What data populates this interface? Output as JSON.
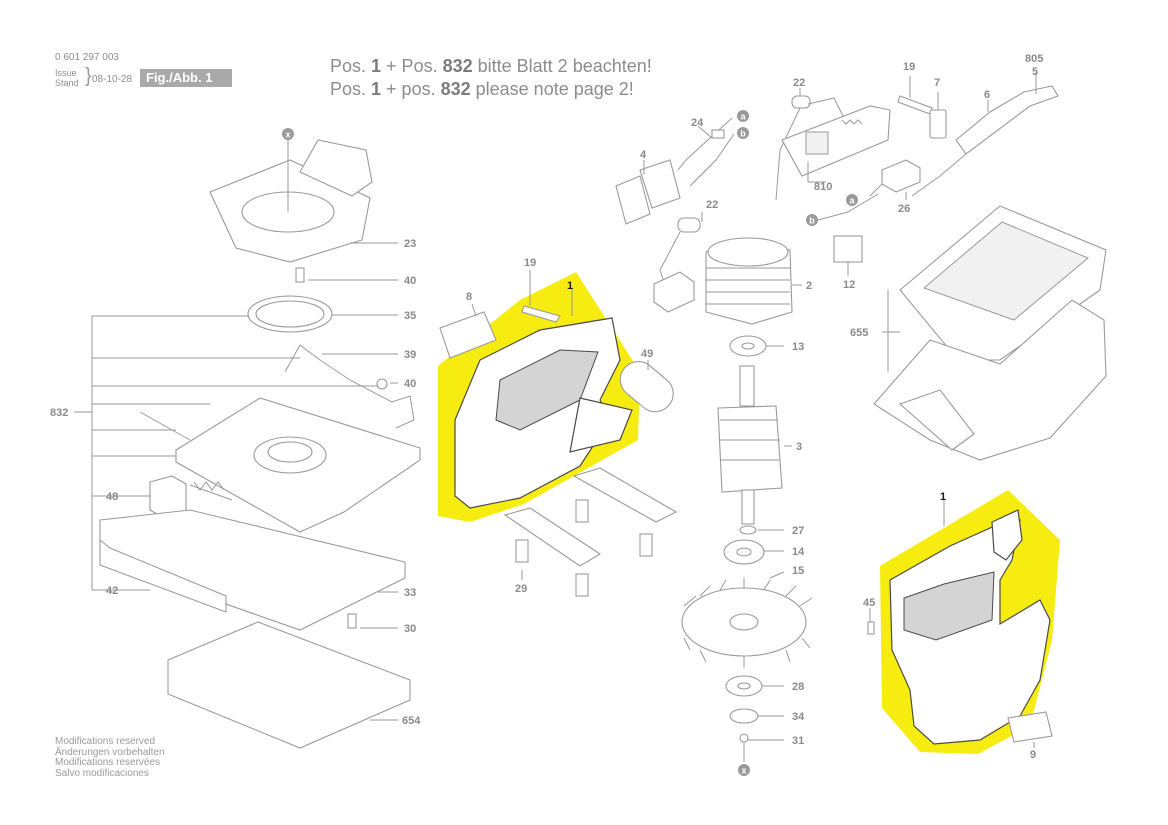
{
  "header": {
    "part_number": "0 601 297 003",
    "issue_label": "Issue",
    "stand_label": "Stand",
    "issue_date": "08-10-28",
    "figure": "Fig./Abb. 1"
  },
  "notes": {
    "de": {
      "pre": "Pos. ",
      "a": "1",
      "mid": " + Pos. ",
      "b": "832",
      "post": " bitte Blatt 2 beachten!"
    },
    "en": {
      "pre": "Pos. ",
      "a": "1",
      "mid": " + pos. ",
      "b": "832",
      "post": " please note page 2!"
    }
  },
  "footer": [
    "Modifications reserved",
    "Änderungen vorbehalten",
    "Modifications reservées",
    "Salvo modificaciones"
  ],
  "callouts": {
    "x_top": "x",
    "x_bottom": "x",
    "a1": "a",
    "b1": "b",
    "a2": "a",
    "b2": "b"
  },
  "labels": {
    "p23": "23",
    "p40a": "40",
    "p35": "35",
    "p39": "39",
    "p40b": "40",
    "p832": "832",
    "p48": "48",
    "p42": "42",
    "p33": "33",
    "p30": "30",
    "p654": "654",
    "p19a": "19",
    "p8": "8",
    "p1a": "1",
    "p49": "49",
    "p29": "29",
    "p4": "4",
    "p24": "24",
    "p22a": "22",
    "p22b": "22",
    "p2": "2",
    "p13": "13",
    "p3": "3",
    "p27": "27",
    "p14": "14",
    "p15": "15",
    "p28": "28",
    "p34": "34",
    "p31": "31",
    "p810": "810",
    "p26": "26",
    "p12": "12",
    "p19b": "19",
    "p7": "7",
    "p6": "6",
    "p805": "805",
    "p5": "5",
    "p655": "655",
    "p1b": "1",
    "p45": "45",
    "p9": "9"
  },
  "colors": {
    "highlight": "#f6ec10",
    "line": "#9a9a9a",
    "badge": "#a9a9a9"
  }
}
